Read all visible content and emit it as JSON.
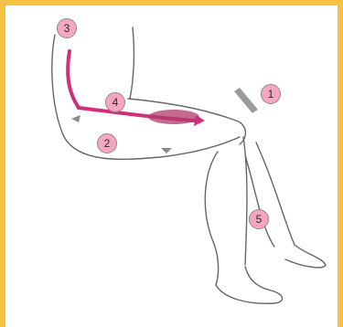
{
  "diagram": {
    "markers": [
      {
        "id": "1",
        "label": "1"
      },
      {
        "id": "2",
        "label": "2"
      },
      {
        "id": "3",
        "label": "3"
      },
      {
        "id": "4",
        "label": "4"
      },
      {
        "id": "5",
        "label": "5"
      }
    ]
  },
  "colors": {
    "frame": "#f4c440",
    "badge_fill": "#f6a7bf",
    "highlight": "#d0307a",
    "ink": "#555555"
  }
}
